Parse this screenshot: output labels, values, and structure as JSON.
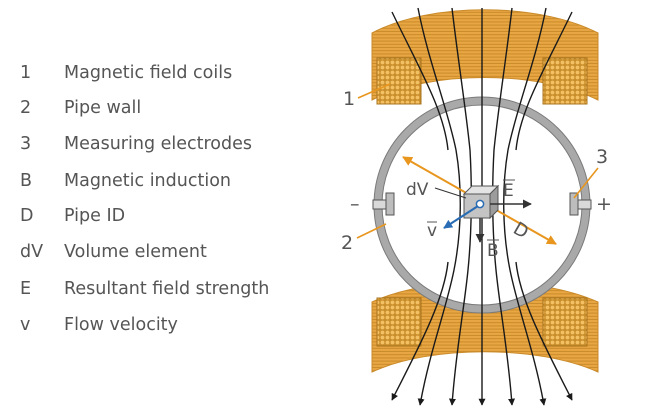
{
  "legend": {
    "items": [
      {
        "key": "1",
        "label": "Magnetic field coils"
      },
      {
        "key": "2",
        "label": "Pipe wall"
      },
      {
        "key": "3",
        "label": "Measuring electrodes"
      },
      {
        "key": "B",
        "label": "Magnetic induction"
      },
      {
        "key": "D",
        "label": "Pipe ID"
      },
      {
        "key": "dV",
        "label": "Volume element"
      },
      {
        "key": "E",
        "label": "Resultant field strength"
      },
      {
        "key": "v",
        "label": "Flow velocity"
      }
    ]
  },
  "diagram": {
    "callout_1": "1",
    "callout_2": "2",
    "callout_3": "3",
    "minus_sign": "–",
    "plus_sign": "+",
    "label_dV": "dV",
    "label_E": "E",
    "label_B": "B",
    "label_v": "v",
    "label_D": "D"
  },
  "colors": {
    "coil_orange": "#e8a53a",
    "coil_dark": "#b37a1c",
    "pipe_gray": "#a9a9a9",
    "callout_orange": "#e8961e",
    "velocity_blue": "#2a6db5",
    "text_gray": "#555555",
    "field_line": "#1a1a1a"
  }
}
